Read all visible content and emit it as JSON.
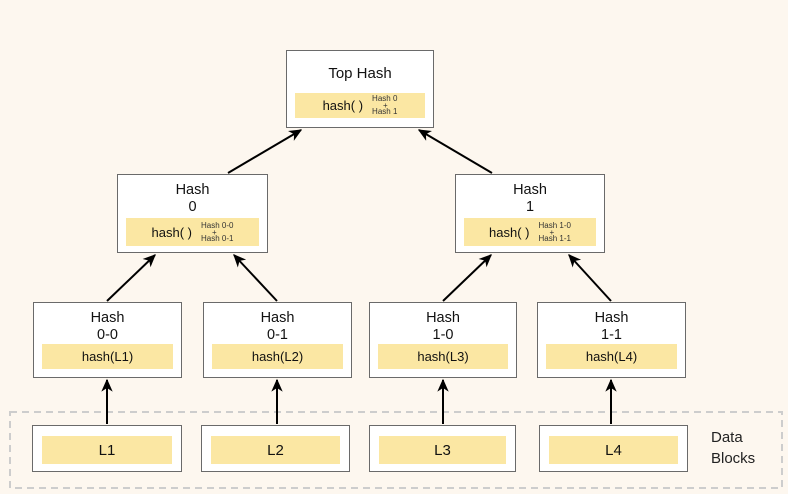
{
  "colors": {
    "background": "#fdf7ef",
    "highlight_band": "#fbe7a3",
    "box_fill": "#ffffff",
    "box_border": "#6a6a6a",
    "arrow": "#000000",
    "dashed_outline": "#cdcdcd",
    "text": "#1a1a1a"
  },
  "nodes": {
    "root": {
      "title": "Top Hash",
      "fn": "hash( )",
      "arg1": "Hash 0",
      "plus": "+",
      "arg2": "Hash 1"
    },
    "internal": [
      {
        "line1": "Hash",
        "line2": "0",
        "fn": "hash( )",
        "arg1": "Hash 0-0",
        "plus": "+",
        "arg2": "Hash 0-1"
      },
      {
        "line1": "Hash",
        "line2": "1",
        "fn": "hash( )",
        "arg1": "Hash 1-0",
        "plus": "+",
        "arg2": "Hash 1-1"
      }
    ],
    "leaves": [
      {
        "line1": "Hash",
        "line2": "0-0",
        "fn": "hash(L1)"
      },
      {
        "line1": "Hash",
        "line2": "0-1",
        "fn": "hash(L2)"
      },
      {
        "line1": "Hash",
        "line2": "1-0",
        "fn": "hash(L3)"
      },
      {
        "line1": "Hash",
        "line2": "1-1",
        "fn": "hash(L4)"
      }
    ],
    "blocks": [
      {
        "label": "L1"
      },
      {
        "label": "L2"
      },
      {
        "label": "L3"
      },
      {
        "label": "L4"
      }
    ]
  },
  "labels": {
    "data_blocks": {
      "line1": "Data",
      "line2": "Blocks"
    }
  }
}
